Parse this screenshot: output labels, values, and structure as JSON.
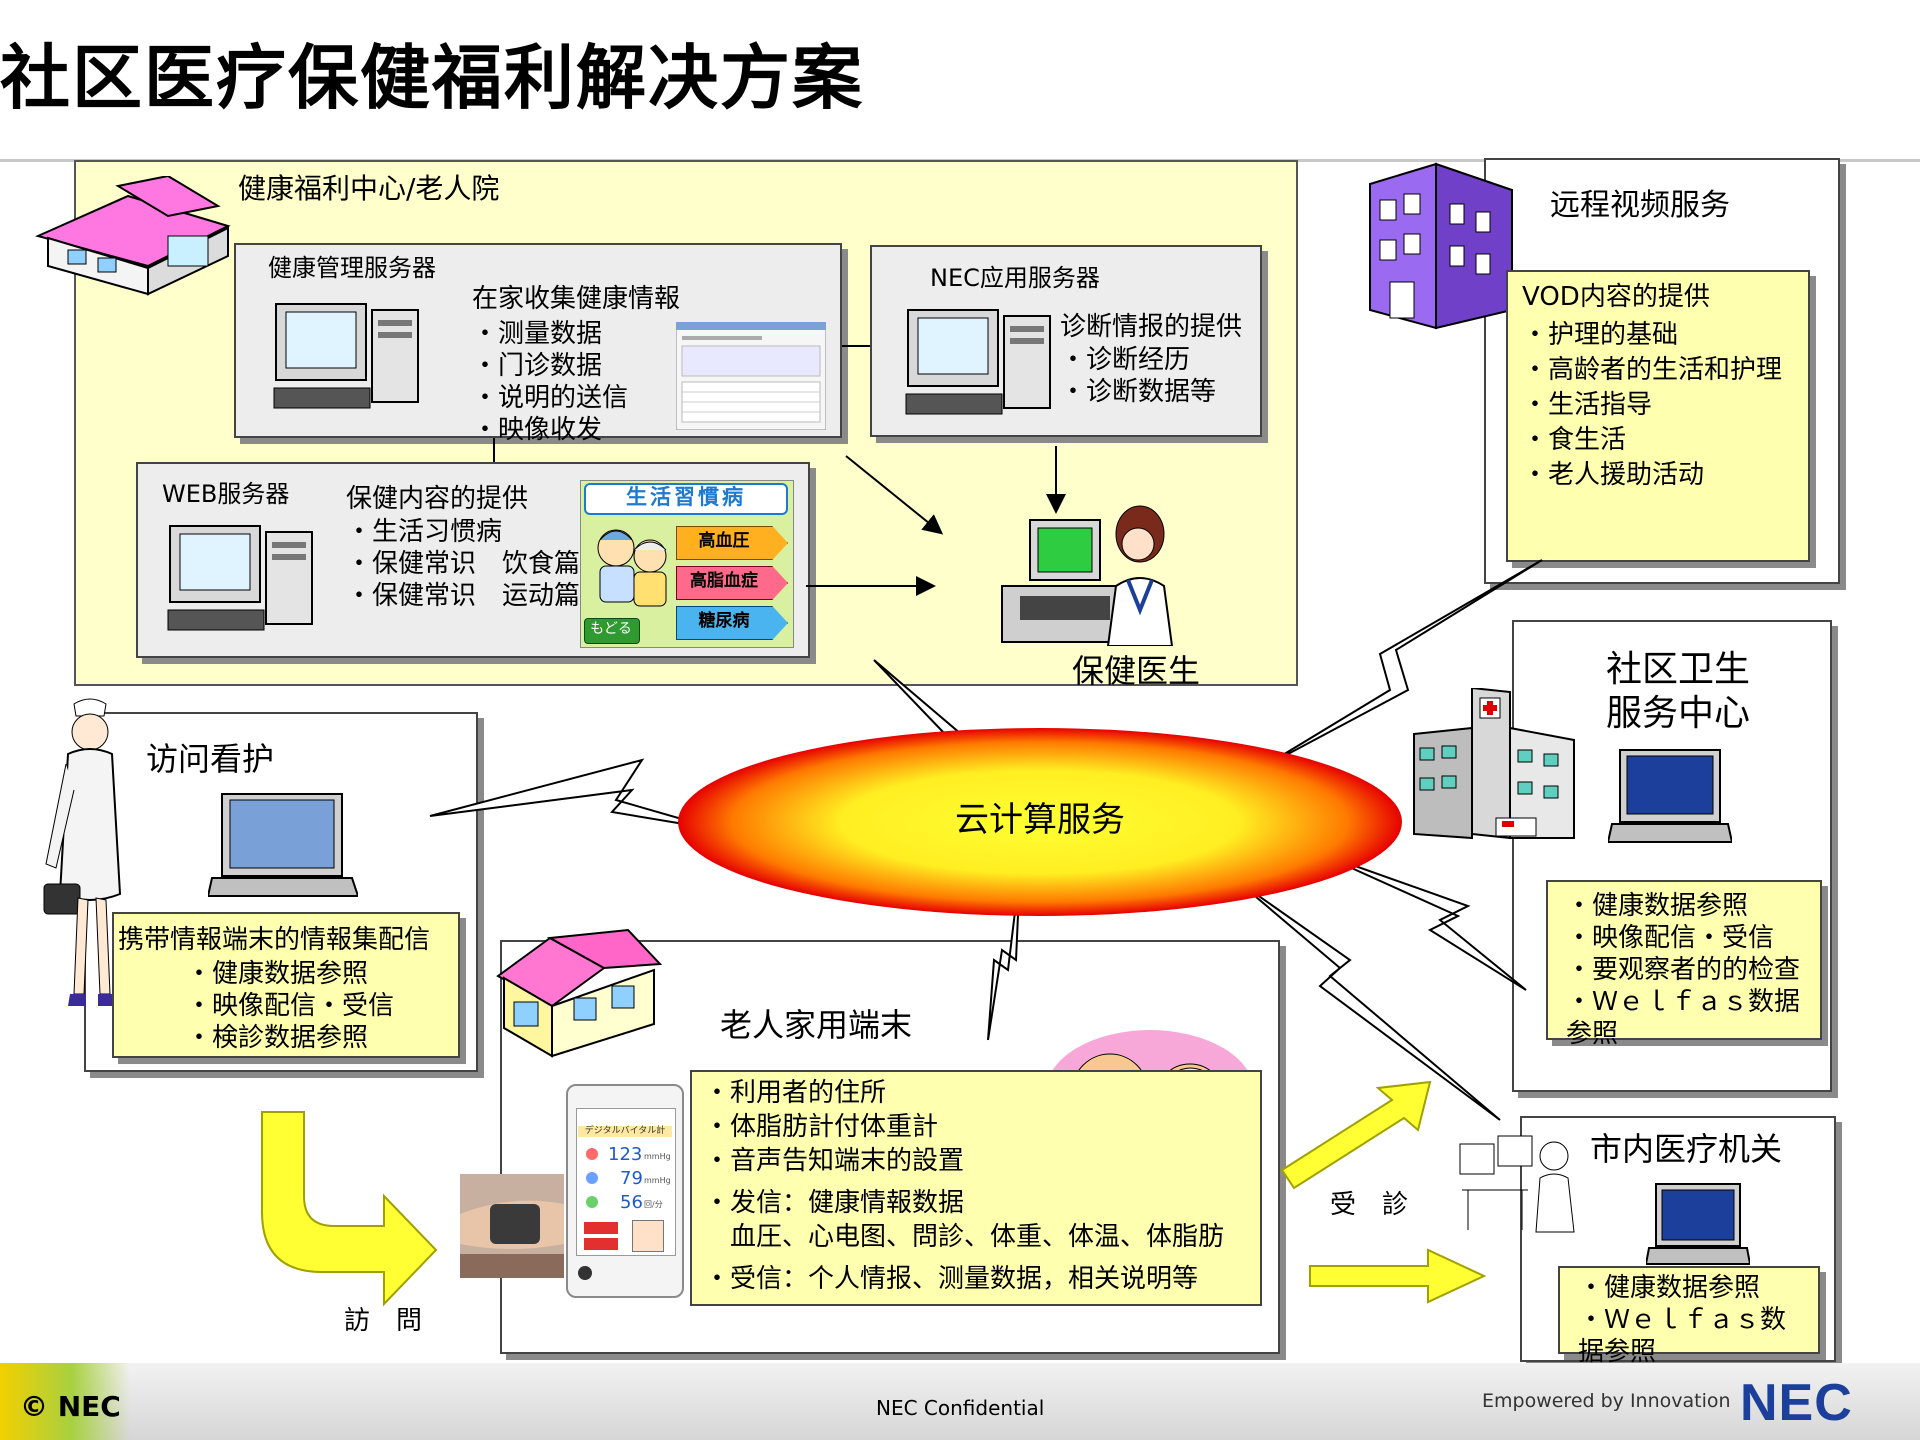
{
  "title": "社区医疗保健福利解决方案",
  "center": {
    "title": "健康福利中心/老人院",
    "hm_server": {
      "title": "健康管理服务器",
      "heading": "在家收集健康情報",
      "items": [
        "・测量数据",
        "・门诊数据",
        "・说明的送信",
        "・映像收发"
      ]
    },
    "nec_server": {
      "title": "NEC应用服务器",
      "heading": "诊断情报的提供",
      "items": [
        "・诊断经历",
        "・诊断数据等"
      ]
    },
    "web_server": {
      "title": "WEB服务器",
      "heading": "保健内容的提供",
      "items": [
        "・生活习惯病",
        "・保健常识　饮食篇",
        "・保健常识　运动篇"
      ],
      "widget": {
        "title": "生活習慣病",
        "buttons": [
          "高血圧",
          "高脂血症",
          "糖尿病"
        ],
        "back": "もどる"
      }
    },
    "doctor_label": "保健医生"
  },
  "video": {
    "title": "远程视频服务",
    "box_heading": "VOD内容的提供",
    "items": [
      "・护理的基础",
      "・高龄者的生活和护理",
      "・生活指导",
      "・食生活",
      "・老人援助活动"
    ]
  },
  "visit": {
    "title": "访问看护",
    "box_heading": "携带情報端末的情報集配信",
    "items": [
      "・健康数据参照",
      "・映像配信・受信",
      "・検診数据参照"
    ]
  },
  "cloud": {
    "label": "云计算服务"
  },
  "community": {
    "title_line1": "社区卫生",
    "title_line2": "服务中心",
    "items": [
      "・健康数据参照",
      "・映像配信・受信",
      "・要观察者的的检查",
      "・Ｗｅｌｆａｓ数据",
      "参照"
    ]
  },
  "home": {
    "title": "老人家用端末",
    "items": [
      "・利用者的住所",
      "・体脂肪計付体重計",
      "・音声告知端末的設置",
      "・发信：健康情報数据",
      "　血圧、心电图、問診、体重、体温、体脂肪",
      "・受信：个人情报、测量数据，相关说明等"
    ],
    "device": {
      "header": "デジタルバイタル計",
      "readings": [
        "123",
        "79",
        "56"
      ],
      "units": [
        "mmHg",
        "mmHg",
        "回/分"
      ]
    }
  },
  "hospital": {
    "title": "市内医疗机关",
    "items": [
      "・健康数据参照",
      "・Ｗｅｌｆａｓ数",
      "据参照"
    ]
  },
  "labels": {
    "visit_arrow": "訪　問",
    "exam_arrow": "受　診"
  },
  "footer": {
    "copyright": "© NEC",
    "confidential": "NEC Confidential",
    "tagline": "Empowered by Innovation",
    "logo": "NEC"
  },
  "colors": {
    "center_bg": "#ffffcc",
    "yellow_box": "#ffffb0",
    "cloud_outer": "#e60000",
    "cloud_inner": "#ffff33",
    "arrow_fill": "#ffff33",
    "nec_blue": "#1b3f9a"
  }
}
